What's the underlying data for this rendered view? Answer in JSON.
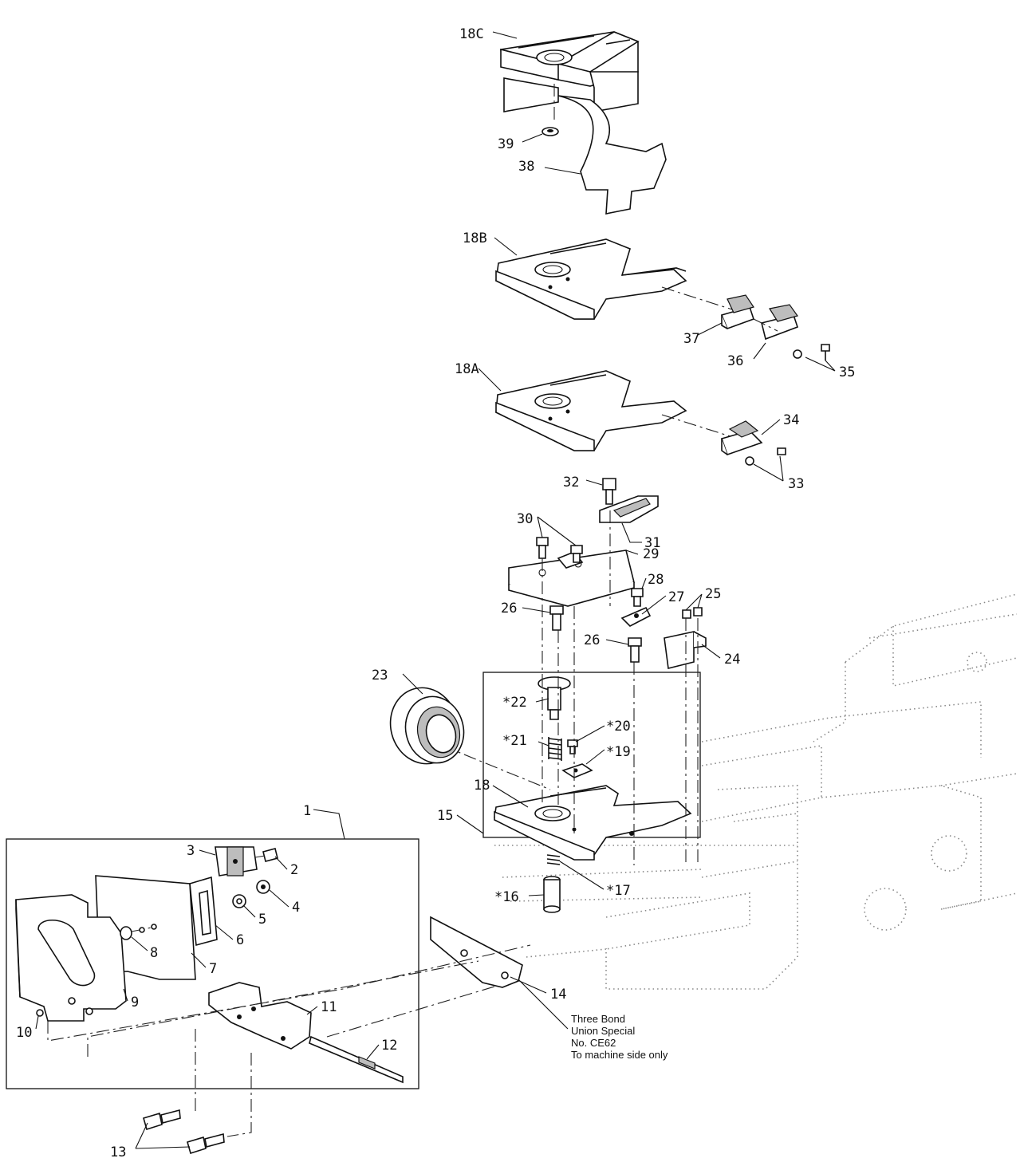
{
  "callouts": {
    "c18C": "18C",
    "c39": "39",
    "c38": "38",
    "c18B": "18B",
    "c37": "37",
    "c36": "36",
    "c35": "35",
    "c18A": "18A",
    "c34": "34",
    "c33": "33",
    "c32": "32",
    "c31": "31",
    "c30": "30",
    "c29": "29",
    "c28": "28",
    "c27": "27",
    "c25": "25",
    "c26a": "26",
    "c26b": "26",
    "c24": "24",
    "c23": "23",
    "c22": "*22",
    "c21": "*21",
    "c20": "*20",
    "c19": "*19",
    "c18": "18",
    "c15": "15",
    "c16": "*16",
    "c17": "*17",
    "c1": "1",
    "c3": "3",
    "c2": "2",
    "c4": "4",
    "c5": "5",
    "c6": "6",
    "c7": "7",
    "c8": "8",
    "c9": "9",
    "c10": "10",
    "c11": "11",
    "c12": "12",
    "c13": "13",
    "c14": "14"
  },
  "note": {
    "line1": "Three Bond",
    "line2": "Union Special",
    "line3": "No. CE62",
    "line4": "To machine side only"
  }
}
